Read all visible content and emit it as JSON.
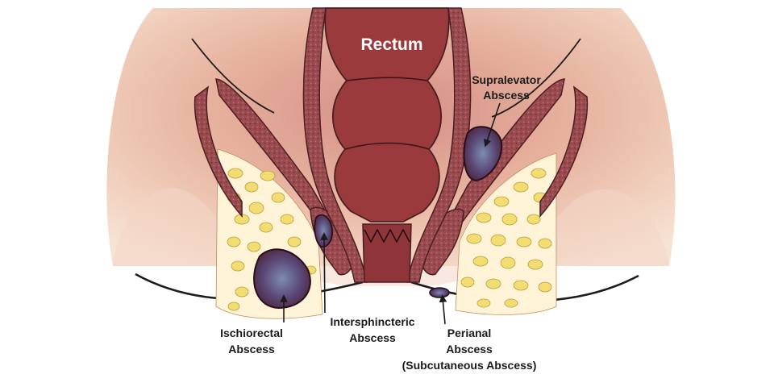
{
  "diagram": {
    "structure_label": "Rectum",
    "labels": {
      "supralevator": [
        "Supralevator",
        "Abscess"
      ],
      "ischiorectal": [
        "Ischiorectal",
        "Abscess"
      ],
      "intersphincteric": [
        "Intersphincteric",
        "Abscess"
      ],
      "perianal": [
        "Perianal",
        "Abscess",
        "(Subcutaneous Abscess)"
      ]
    }
  },
  "colors": {
    "skin_light": "#f5dcc8",
    "skin_mid": "#e9b9a3",
    "skin_deep": "#c97c76",
    "muscle": "#9a4a4f",
    "muscle_outline": "#4a1f22",
    "rectum": "#9b3a3c",
    "rectum_inner": "#c56863",
    "fat": "#f2dd72",
    "abscess": "#5a3f6e"
  }
}
